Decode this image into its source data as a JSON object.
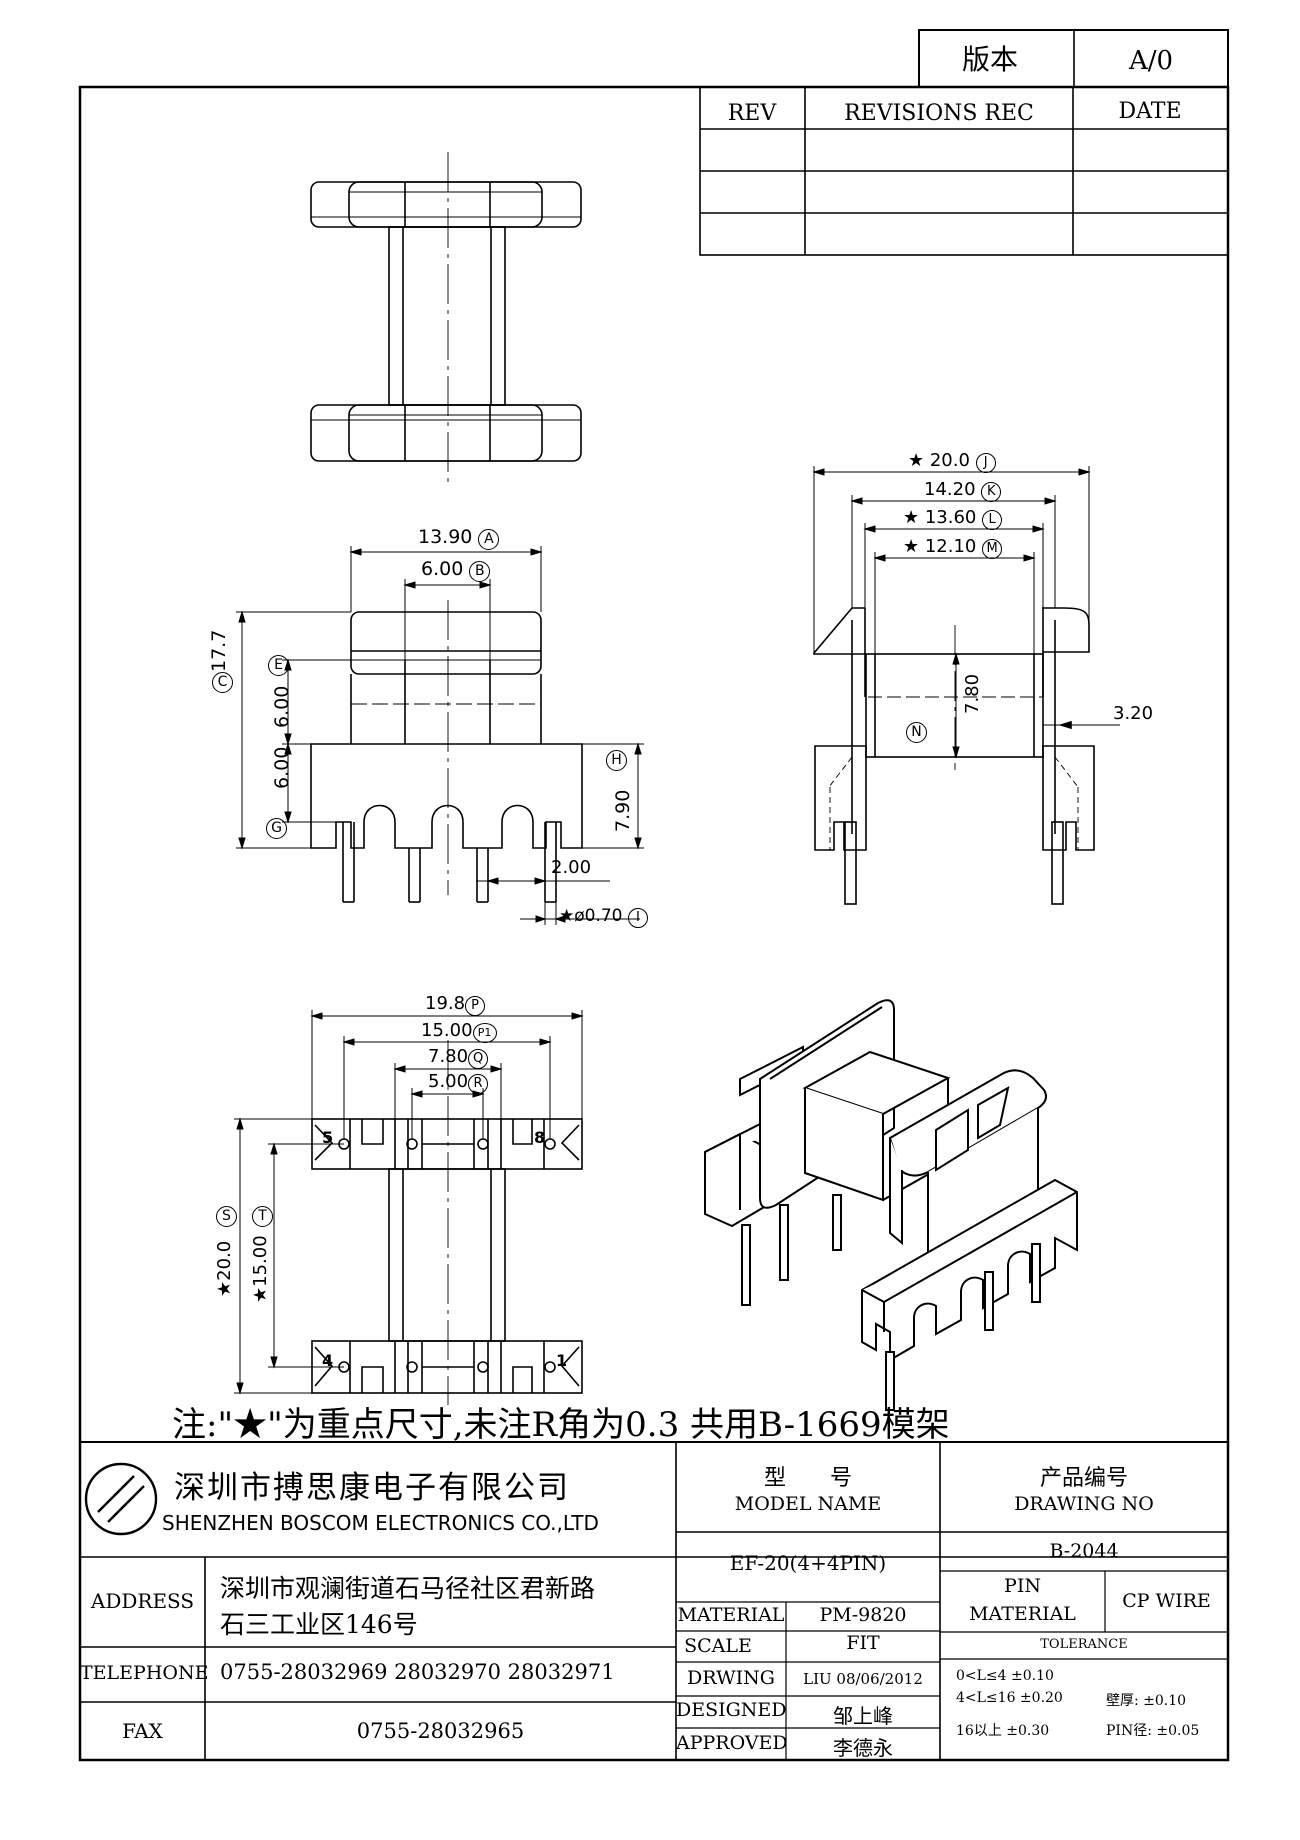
{
  "version_box": {
    "label": "版本",
    "value": "A/0"
  },
  "revision_table": {
    "headers": [
      "REV",
      "REVISIONS REC",
      "DATE"
    ]
  },
  "dimensions": {
    "A": "13.90",
    "B": "6.00",
    "C": "17.7",
    "E": "6.00",
    "G": "6.00",
    "H": "7.90",
    "pitch": "2.00",
    "I": "★ø0.70",
    "J": "★ 20.0",
    "K": "14.20",
    "L": "★ 13.60",
    "M": "★ 12.10",
    "N": "7.80",
    "wall": "3.20",
    "P": "19.8",
    "P1": "15.00",
    "Q": "7.80",
    "R": "5.00",
    "S": "★20.0",
    "T": "★15.00"
  },
  "circle_labels": {
    "A": "A",
    "B": "B",
    "C": "C",
    "E": "E",
    "G": "G",
    "H": "H",
    "I": "I",
    "J": "J",
    "K": "K",
    "L": "L",
    "M": "M",
    "N": "N",
    "P": "P",
    "P1": "P1",
    "Q": "Q",
    "R": "R",
    "S": "S",
    "T": "T"
  },
  "pin_labels": {
    "p5": "5",
    "p8": "8",
    "p4": "4",
    "p1": "1"
  },
  "note": "注:\"★\"为重点尺寸,未注R角为0.3 共用B-1669模架",
  "company": {
    "name_cn": "深圳市搏思康电子有限公司",
    "name_en": "SHENZHEN BOSCOM ELECTRONICS CO.,LTD"
  },
  "title_block": {
    "model_label_cn": "型　　号",
    "model_label_en": "MODEL NAME",
    "drawing_no_label_cn": "产品编号",
    "drawing_no_label_en": "DRAWING NO",
    "model_name": "EF-20(4+4PIN)",
    "drawing_no": "B-2044",
    "address_label": "ADDRESS",
    "address_line1": "深圳市观澜街道石马径社区君新路",
    "address_line2": "石三工业区146号",
    "telephone_label": "TELEPHONE",
    "telephone": "0755-28032969 28032970 28032971",
    "fax_label": "FAX",
    "fax": "0755-28032965",
    "material_label": "MATERIAL",
    "material": "PM-9820",
    "scale_label": "SCALE",
    "scale": "FIT",
    "drawing_label": "DRWING",
    "drawing": "LIU 08/06/2012",
    "designed_label": "DESIGNED",
    "designed": "邹上峰",
    "approved_label": "APPROVED",
    "approved": "李德永",
    "pin_material_label1": "PIN",
    "pin_material_label2": "MATERIAL",
    "pin_material": "CP WIRE",
    "tolerance_label": "TOLERANCE",
    "tol1": "0<L≤4  ±0.10",
    "tol2": "4<L≤16  ±0.20",
    "tol3": "16以上      ±0.30",
    "tol_wall": "壁厚:  ±0.10",
    "tol_pin": "PIN径: ±0.05"
  }
}
